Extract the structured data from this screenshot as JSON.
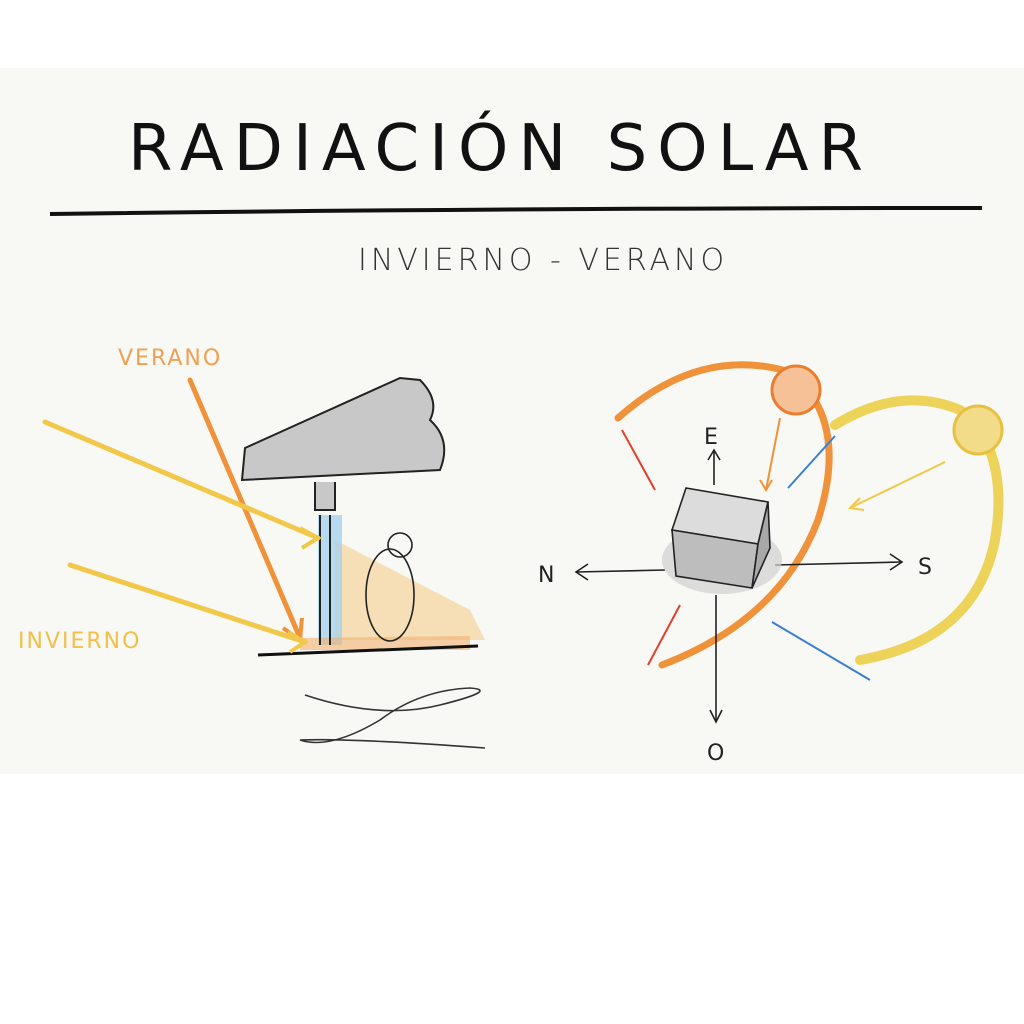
{
  "title": "RADIACIÓN SOLAR",
  "subtitle": "INVIERNO - VERANO",
  "left_sketch": {
    "label_summer": "VERANO",
    "label_winter": "INVIERNO"
  },
  "right_sketch": {
    "east": "E",
    "north": "N",
    "south": "S",
    "west": "O"
  },
  "colors": {
    "paper": "#f8f8f5",
    "summer": "#f0923a",
    "winter": "#f2c84a",
    "building": "#c8c8c8",
    "ink": "#111111"
  }
}
